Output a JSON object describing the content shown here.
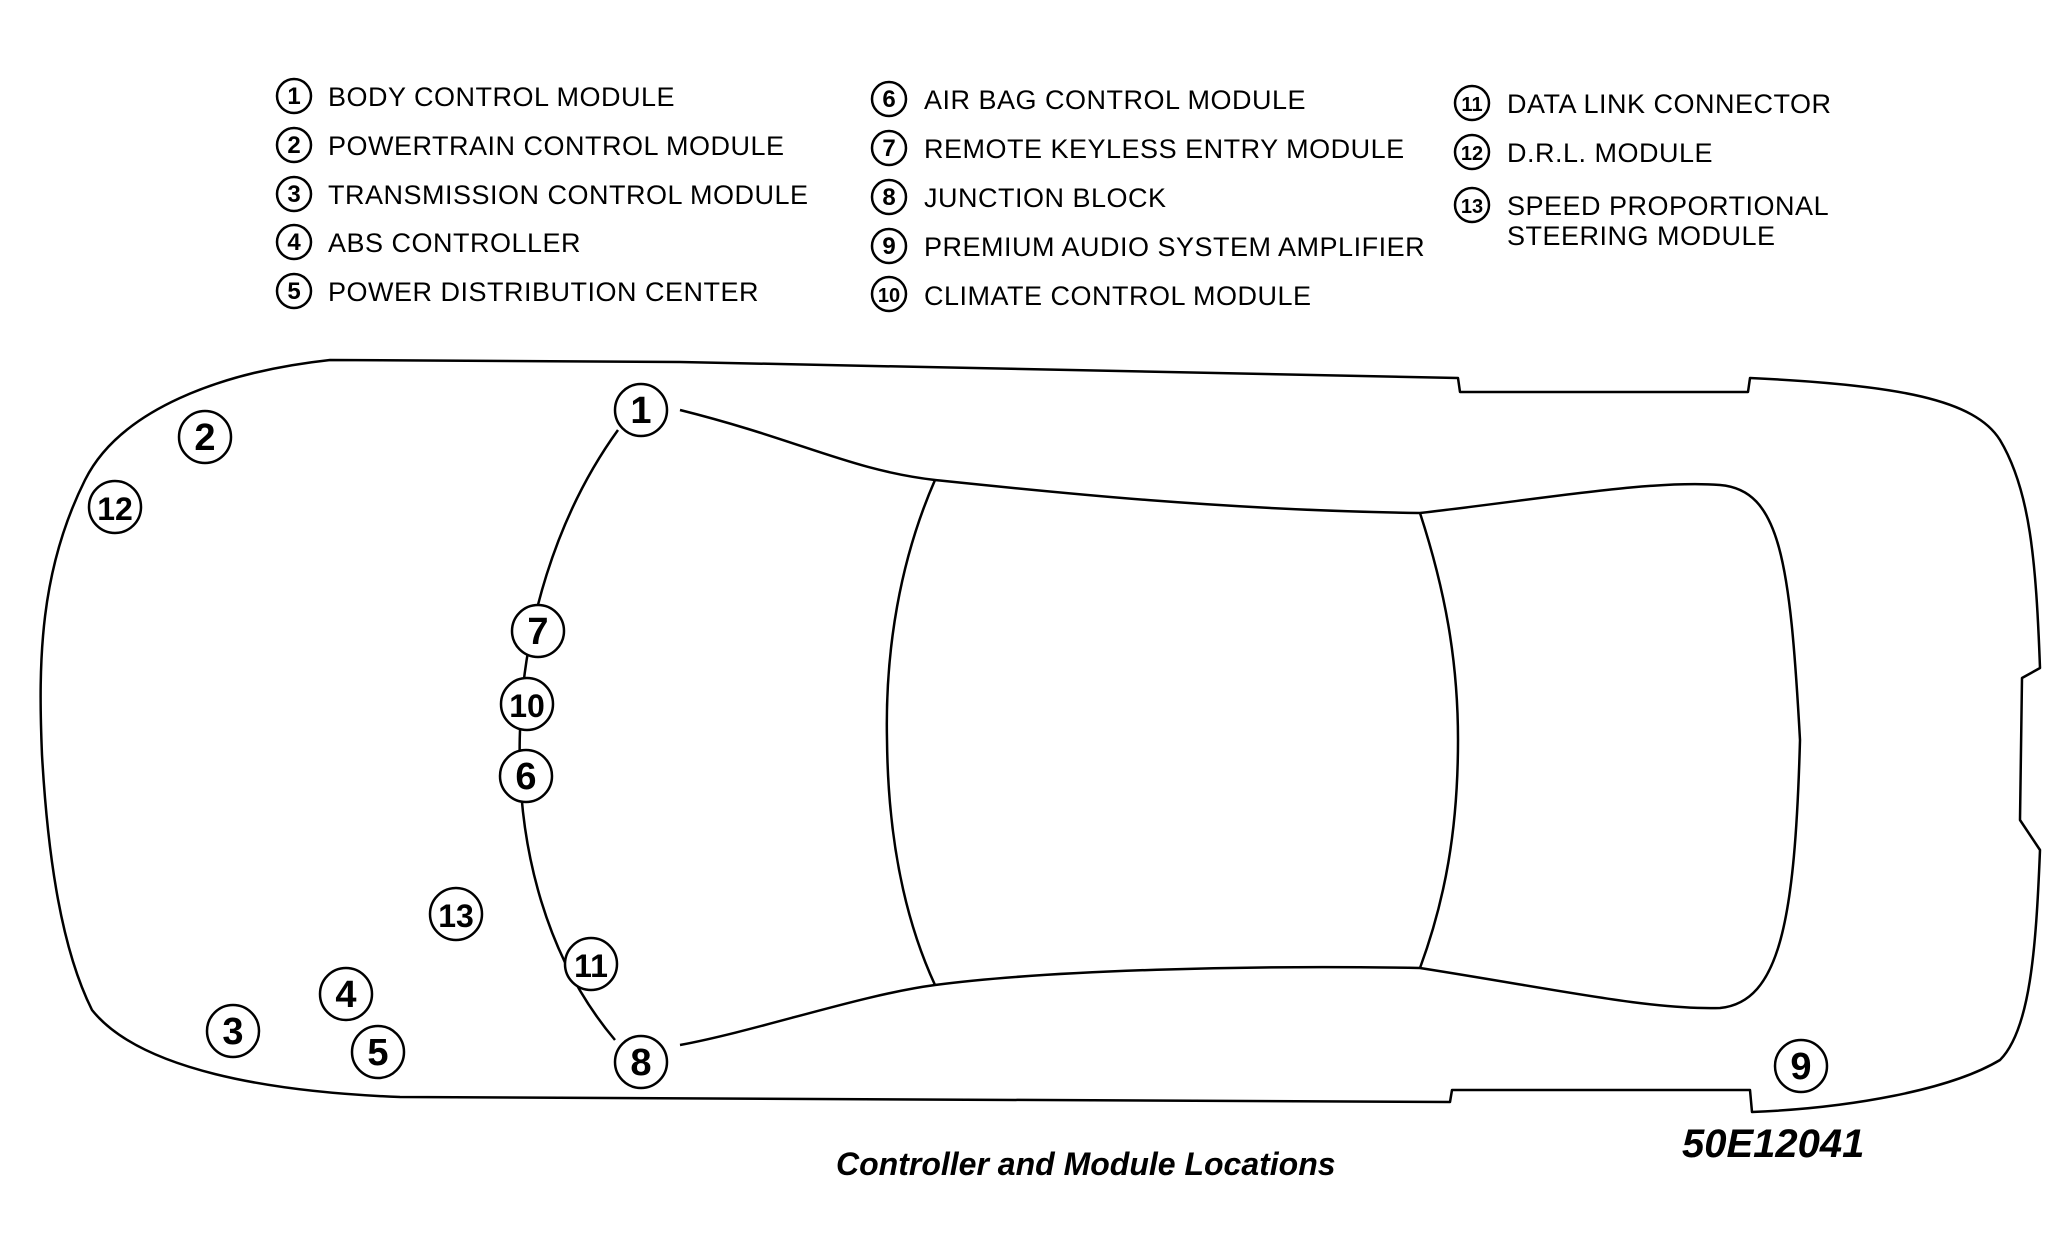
{
  "legend": [
    {
      "num": "1",
      "label": "BODY CONTROL MODULE"
    },
    {
      "num": "2",
      "label": "POWERTRAIN CONTROL MODULE"
    },
    {
      "num": "3",
      "label": "TRANSMISSION CONTROL MODULE"
    },
    {
      "num": "4",
      "label": "ABS CONTROLLER"
    },
    {
      "num": "5",
      "label": "POWER DISTRIBUTION CENTER"
    },
    {
      "num": "6",
      "label": "AIR BAG CONTROL MODULE"
    },
    {
      "num": "7",
      "label": "REMOTE KEYLESS ENTRY MODULE"
    },
    {
      "num": "8",
      "label": "JUNCTION BLOCK"
    },
    {
      "num": "9",
      "label": "PREMIUM AUDIO SYSTEM AMPLIFIER"
    },
    {
      "num": "10",
      "label": "CLIMATE CONTROL MODULE"
    },
    {
      "num": "11",
      "label": "DATA LINK CONNECTOR"
    },
    {
      "num": "12",
      "label": "D.R.L. MODULE"
    },
    {
      "num": "13",
      "label": "SPEED PROPORTIONAL",
      "label2": "STEERING MODULE"
    }
  ],
  "markers": {
    "m1": "1",
    "m2": "2",
    "m3": "3",
    "m4": "4",
    "m5": "5",
    "m6": "6",
    "m7": "7",
    "m8": "8",
    "m9": "9",
    "m10": "10",
    "m11": "11",
    "m12": "12",
    "m13": "13"
  },
  "caption": "Controller and Module Locations",
  "figure_id": "50E12041"
}
